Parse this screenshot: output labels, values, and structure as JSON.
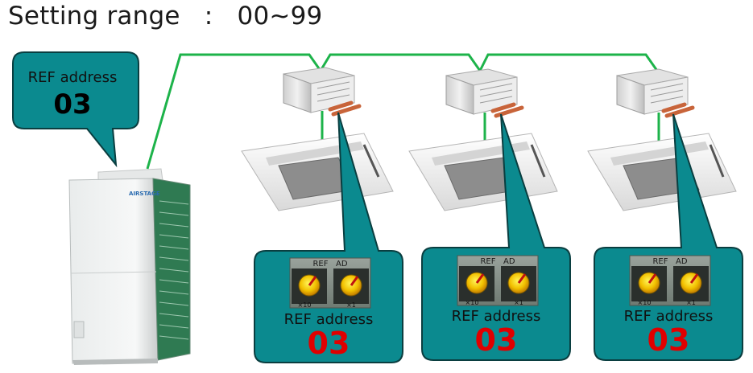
{
  "title": "Setting range   :   00~99",
  "outdoor_unit": {
    "callout_label": "REF address",
    "callout_value": "03",
    "brand": "AIRSTAGE"
  },
  "indoor_units": [
    {
      "switch_header": "REF   AD",
      "dial_left_caption": "×10",
      "dial_right_caption": "×1",
      "callout_label": "REF address",
      "callout_value": "03"
    },
    {
      "switch_header": "REF   AD",
      "dial_left_caption": "×10",
      "dial_right_caption": "×1",
      "callout_label": "REF address",
      "callout_value": "03"
    },
    {
      "switch_header": "REF   AD",
      "dial_left_caption": "×10",
      "dial_right_caption": "×1",
      "callout_label": "REF address",
      "callout_value": "03"
    }
  ],
  "colors": {
    "callout_fill": "#0b8a8f",
    "callout_stroke": "#0a3e40",
    "wire": "#1db34a",
    "value_red": "#e00000",
    "pipe": "#c8643a"
  }
}
